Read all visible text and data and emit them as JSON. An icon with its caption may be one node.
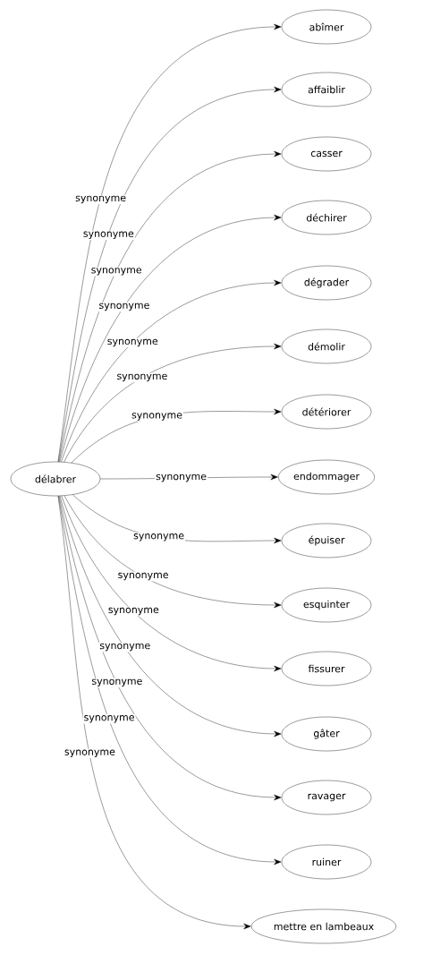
{
  "diagram": {
    "nodes": [
      {
        "text": [
          "délabrer"
        ]
      },
      {
        "text": [
          "abîmer"
        ]
      },
      {
        "text": [
          "affaiblir"
        ]
      },
      {
        "text": [
          "casser"
        ]
      },
      {
        "text": [
          "déchirer"
        ]
      },
      {
        "text": [
          "dégrader"
        ]
      },
      {
        "text": [
          "démolir"
        ]
      },
      {
        "text": [
          "détériorer"
        ]
      },
      {
        "text": [
          "endommager"
        ]
      },
      {
        "text": [
          "épuiser"
        ]
      },
      {
        "text": [
          "esquinter"
        ]
      },
      {
        "text": [
          "fissurer"
        ]
      },
      {
        "text": [
          "gâter"
        ]
      },
      {
        "text": [
          "ravager"
        ]
      },
      {
        "text": [
          "ruiner"
        ]
      },
      {
        "text": [
          "mettre en lambeaux"
        ]
      }
    ],
    "edges": [
      {
        "from": 0,
        "to": 1,
        "arrow": "to",
        "label": "synonyme"
      },
      {
        "from": 0,
        "to": 2,
        "arrow": "to",
        "label": "synonyme"
      },
      {
        "from": 0,
        "to": 3,
        "arrow": "to",
        "label": "synonyme"
      },
      {
        "from": 0,
        "to": 4,
        "arrow": "to",
        "label": "synonyme"
      },
      {
        "from": 0,
        "to": 5,
        "arrow": "to",
        "label": "synonyme"
      },
      {
        "from": 0,
        "to": 6,
        "arrow": "to",
        "label": "synonyme"
      },
      {
        "from": 0,
        "to": 7,
        "arrow": "to",
        "label": "synonyme"
      },
      {
        "from": 0,
        "to": 8,
        "arrow": "to",
        "label": "synonyme"
      },
      {
        "from": 0,
        "to": 9,
        "arrow": "to",
        "label": "synonyme"
      },
      {
        "from": 0,
        "to": 10,
        "arrow": "to",
        "label": "synonyme"
      },
      {
        "from": 0,
        "to": 11,
        "arrow": "to",
        "label": "synonyme"
      },
      {
        "from": 0,
        "to": 12,
        "arrow": "to",
        "label": "synonyme"
      },
      {
        "from": 0,
        "to": 13,
        "arrow": "to",
        "label": "synonyme"
      },
      {
        "from": 0,
        "to": 14,
        "arrow": "to",
        "label": "synonyme"
      },
      {
        "from": 0,
        "to": 15,
        "arrow": "to",
        "label": "synonyme"
      }
    ]
  }
}
